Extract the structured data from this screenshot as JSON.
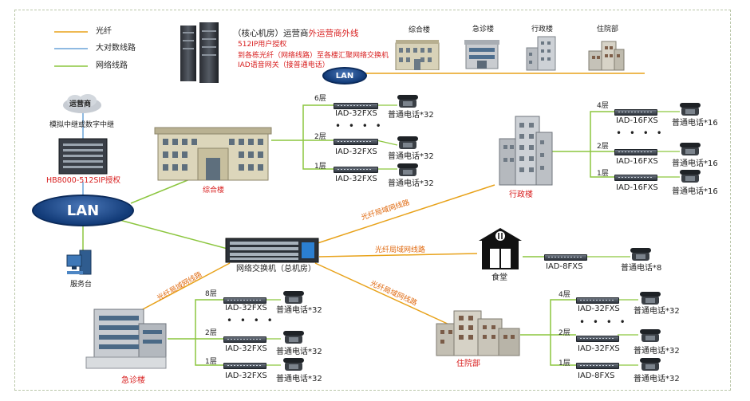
{
  "legend": {
    "fiber": "光纤",
    "trunk": "大对数线路",
    "network": "网络线路",
    "colors": {
      "fiber": "#e8a21a",
      "trunk": "#6aa4d8",
      "network": "#8cc63f"
    }
  },
  "core_room": {
    "title": "（核心机房）运营商",
    "title_red": "外运营商外线",
    "lines": [
      "512IP用户授权",
      "到各栋光纤（网络线路）至各楼汇聚网络交换机",
      "IAD语音网关（接普通电话）"
    ],
    "lan": "LAN"
  },
  "top_buildings": [
    "综合楼",
    "急诊楼",
    "行政楼",
    "住院部"
  ],
  "operator": "运营商",
  "trunk_label": "模拟中继或数字中继",
  "server": "HB8000-512SIP授权",
  "main_lan": "LAN",
  "service_desk": "服务台",
  "switch": "网络交换机（总机房）",
  "fiber_label": "光纤局域网线路",
  "dots": "• • • •",
  "zonghe": {
    "name": "综合楼",
    "floors": [
      {
        "floor": "6层",
        "device": "IAD-32FXS",
        "phones": "普通电话*32"
      },
      {
        "floor": "2层",
        "device": "IAD-32FXS",
        "phones": "普通电话*32"
      },
      {
        "floor": "1层",
        "device": "IAD-32FXS",
        "phones": "普通电话*32"
      }
    ]
  },
  "xingzheng": {
    "name": "行政楼",
    "floors": [
      {
        "floor": "4层",
        "device": "IAD-16FXS",
        "phones": "普通电话*16"
      },
      {
        "floor": "2层",
        "device": "IAD-16FXS",
        "phones": "普通电话*16"
      },
      {
        "floor": "1层",
        "device": "IAD-16FXS",
        "phones": "普通电话*16"
      }
    ]
  },
  "shitang": {
    "name": "食堂",
    "device": "IAD-8FXS",
    "phones": "普通电话*8"
  },
  "jizhen": {
    "name": "急诊楼",
    "floors": [
      {
        "floor": "8层",
        "device": "IAD-32FXS",
        "phones": "普通电话*32"
      },
      {
        "floor": "2层",
        "device": "IAD-32FXS",
        "phones": "普通电话*32"
      },
      {
        "floor": "1层",
        "device": "IAD-32FXS",
        "phones": "普通电话*32"
      }
    ]
  },
  "zhuyuan": {
    "name": "住院部",
    "floors": [
      {
        "floor": "4层",
        "device": "IAD-32FXS",
        "phones": "普通电话*32"
      },
      {
        "floor": "2层",
        "device": "IAD-32FXS",
        "phones": "普通电话*32"
      },
      {
        "floor": "1层",
        "device": "IAD-8FXS",
        "phones": "普通电话*32"
      }
    ]
  },
  "icons": [
    "server-rack-icon",
    "building-icon",
    "cloud-icon",
    "computer-icon",
    "phone-icon",
    "switch-icon",
    "restaurant-icon"
  ]
}
